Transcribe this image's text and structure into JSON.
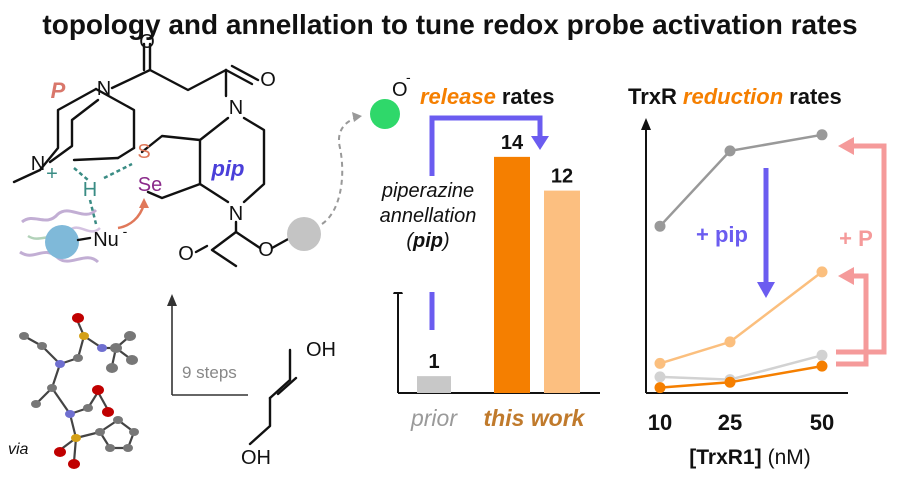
{
  "title": "topology and annellation to tune redox probe activation rates",
  "structure": {
    "atoms": {
      "O_top": "O",
      "O_right": "O",
      "N1": "N",
      "N2": "N",
      "N3": "N",
      "N4": "N",
      "H": "H",
      "S": "S",
      "Se": "Se",
      "Nu": "Nu",
      "O_carb": "O",
      "O_ester": "O",
      "plus": "+",
      "minus": "-"
    },
    "labels": {
      "P": "P",
      "pip": "pip"
    },
    "steps_label": "9 steps",
    "via_label": "via",
    "diol_atoms": {
      "OH_top": "OH",
      "OH_bottom": "OH"
    },
    "colors": {
      "P": "#d9776b",
      "pip": "#4a3fd9",
      "S": "#e0785a",
      "Se": "#8a2a8a",
      "hbond": "#3a8c84",
      "enzyme_ball": "#7fb9d9",
      "leaving_group": "#c4c4c4",
      "fluorophore": "#2fd86a"
    }
  },
  "release_chart": {
    "title_word_colored": "release",
    "title_word_plain": "rates",
    "anion_label": "O",
    "anion_charge": "-",
    "annotation_lines": [
      "piperazine",
      "annellation",
      "(",
      "pip",
      ")"
    ],
    "categories": [
      "prior",
      "this work"
    ],
    "colors": {
      "prior": "#c8c8c8",
      "pip_strong": "#f57f00",
      "pip_light": "#fcbf80",
      "arrow": "#6b5cf0",
      "this_work_text": "#c07a2c"
    }
  },
  "kinetics_chart": {
    "title_word_plain": "TrxR",
    "title_word_colored": "reduction",
    "title_word_end": "rates",
    "xlabel_bold": "[TrxR1]",
    "xlabel_unit": "(nM)",
    "pip_label": "+ pip",
    "p_label": "+ P",
    "colors": {
      "arrow_pip": "#6b5cf0",
      "arrow_p": "#f59a9a"
    }
  },
  "chart_data": [
    {
      "type": "bar",
      "title": "release rates",
      "categories": [
        "prior",
        "this work",
        "this work"
      ],
      "values": [
        1,
        14,
        12
      ],
      "value_labels": [
        "1",
        "14",
        "12"
      ],
      "ylim": [
        0,
        15
      ]
    },
    {
      "type": "line",
      "title": "TrxR reduction rates",
      "xlabel": "[TrxR1] (nM)",
      "x": [
        10,
        25,
        50
      ],
      "x_tick_labels": [
        "10",
        "25",
        "50"
      ],
      "ylim": [
        0,
        1
      ],
      "series": [
        {
          "color": "#999999",
          "values": [
            0.62,
            0.9,
            0.96
          ]
        },
        {
          "color": "#fbbf7e",
          "values": [
            0.11,
            0.19,
            0.45
          ]
        },
        {
          "color": "#d2d2d2",
          "values": [
            0.06,
            0.05,
            0.14
          ]
        },
        {
          "color": "#f57f00",
          "values": [
            0.02,
            0.04,
            0.1
          ]
        }
      ]
    }
  ]
}
